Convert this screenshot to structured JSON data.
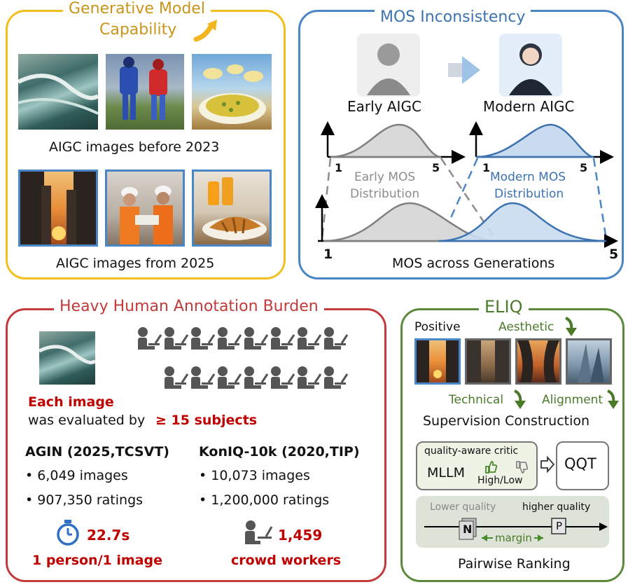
{
  "gen": {
    "title_line1": "Generative Model",
    "title_line2": "Capability",
    "caption_before": "AIGC images before 2023",
    "caption_after": "AIGC images from 2025"
  },
  "mos": {
    "title": "MOS Inconsistency",
    "early_label": "Early AIGC",
    "modern_label": "Modern AIGC",
    "early_dist_line1": "Early MOS",
    "early_dist_line2": "Distribution",
    "modern_dist_line1": "Modern MOS",
    "modern_dist_line2": "Distribution",
    "tick_1": "1",
    "tick_5": "5",
    "axis_label": "MOS across Generations"
  },
  "burden": {
    "title": "Heavy Human Annotation Burden",
    "each_image": "Each image",
    "evaluated_by": "was evaluated by",
    "subjects": "≥ 15 subjects",
    "agin_title": "AGIN (2025,TCSVT)",
    "agin_images": "• 6,049 images",
    "agin_ratings": "• 907,350 ratings",
    "koniq_title": "KonIQ-10k (2020,TIP)",
    "koniq_images": "• 10,073 images",
    "koniq_ratings": "• 1,200,000 ratings",
    "time_value": "22.7s",
    "time_caption": "1 person/1 image",
    "workers_value": "1,459",
    "workers_caption": "crowd workers"
  },
  "eliq": {
    "title": "ELIQ",
    "positive": "Positive",
    "aesthetic": "Aesthetic",
    "technical": "Technical",
    "alignment": "Alignment",
    "supervision": "Supervision Construction",
    "critic_label": "quality-aware critic",
    "mllm": "MLLM",
    "high_low": "High/Low",
    "qqt": "QQT",
    "lower_quality": "Lower quality",
    "higher_quality": "higher quality",
    "n_label": "N",
    "p_label": "P",
    "margin": "margin",
    "pairwise": "Pairwise Ranking"
  },
  "colors": {
    "yellow": "#f2c01e",
    "blue": "#4a86c5",
    "red": "#c23a3a",
    "green": "#5a8a3a",
    "darkred": "#c00000"
  }
}
